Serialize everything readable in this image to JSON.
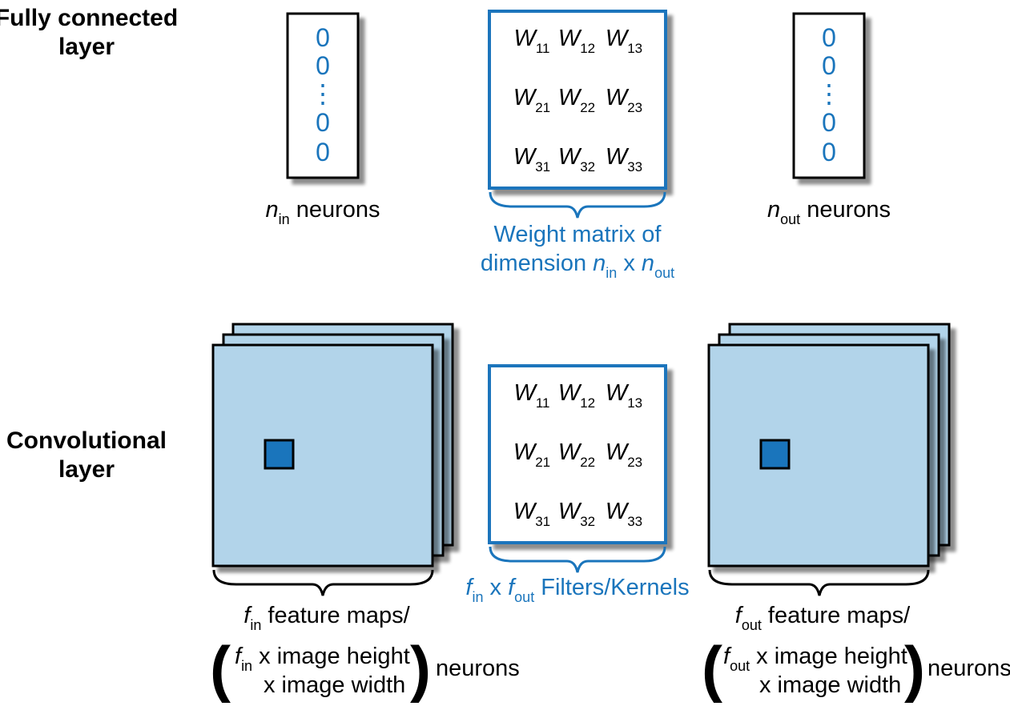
{
  "row_labels": {
    "fc_line1": "Fully connected",
    "fc_line2": "layer",
    "conv_line1": "Convolutional",
    "conv_line2": "layer"
  },
  "fully_connected": {
    "input_vector": [
      "0",
      "0",
      "⋮",
      "0",
      "0"
    ],
    "output_vector": [
      "0",
      "0",
      "⋮",
      "0",
      "0"
    ],
    "input_caption": {
      "var": "n",
      "sub": "in",
      "text": " neurons"
    },
    "output_caption": {
      "var": "n",
      "sub": "out",
      "text": " neurons"
    },
    "weight_matrix": [
      [
        {
          "w": "W",
          "s": "11"
        },
        {
          "w": "W",
          "s": "12"
        },
        {
          "w": "W",
          "s": "13"
        }
      ],
      [
        {
          "w": "W",
          "s": "21"
        },
        {
          "w": "W",
          "s": "22"
        },
        {
          "w": "W",
          "s": "23"
        }
      ],
      [
        {
          "w": "W",
          "s": "31"
        },
        {
          "w": "W",
          "s": "32"
        },
        {
          "w": "W",
          "s": "33"
        }
      ]
    ],
    "weight_caption": {
      "line1": "Weight matrix of",
      "line2_text": "dimension ",
      "var1": "n",
      "sub1": "in",
      "x": " x ",
      "var2": "n",
      "sub2": "out"
    }
  },
  "convolutional": {
    "filter_matrix": [
      [
        {
          "w": "W",
          "s": "11"
        },
        {
          "w": "W",
          "s": "12"
        },
        {
          "w": "W",
          "s": "13"
        }
      ],
      [
        {
          "w": "W",
          "s": "21"
        },
        {
          "w": "W",
          "s": "22"
        },
        {
          "w": "W",
          "s": "23"
        }
      ],
      [
        {
          "w": "W",
          "s": "31"
        },
        {
          "w": "W",
          "s": "32"
        },
        {
          "w": "W",
          "s": "33"
        }
      ]
    ],
    "filter_caption": {
      "var1": "f",
      "sub1": "in",
      "x": " x ",
      "var2": "f",
      "sub2": "out",
      "text": " Filters/Kernels"
    },
    "input_caption": {
      "var": "f",
      "sub": "in",
      "line1_text": " feature maps/",
      "inner_line1": " x image height",
      "inner_line2": "x image width",
      "neurons": "neurons"
    },
    "output_caption": {
      "var": "f",
      "sub": "out",
      "line1_text": " feature maps/",
      "inner_line1": " x image height",
      "inner_line2": "x image width",
      "neurons": "neurons"
    },
    "paren_open": "(",
    "paren_close": ")"
  },
  "colors": {
    "accent_blue": "#1a75bc",
    "feature_map_fill": "#b2d4ea",
    "feature_map_shadow": "#7f8b96",
    "kernel_fill": "#1a75bc"
  }
}
